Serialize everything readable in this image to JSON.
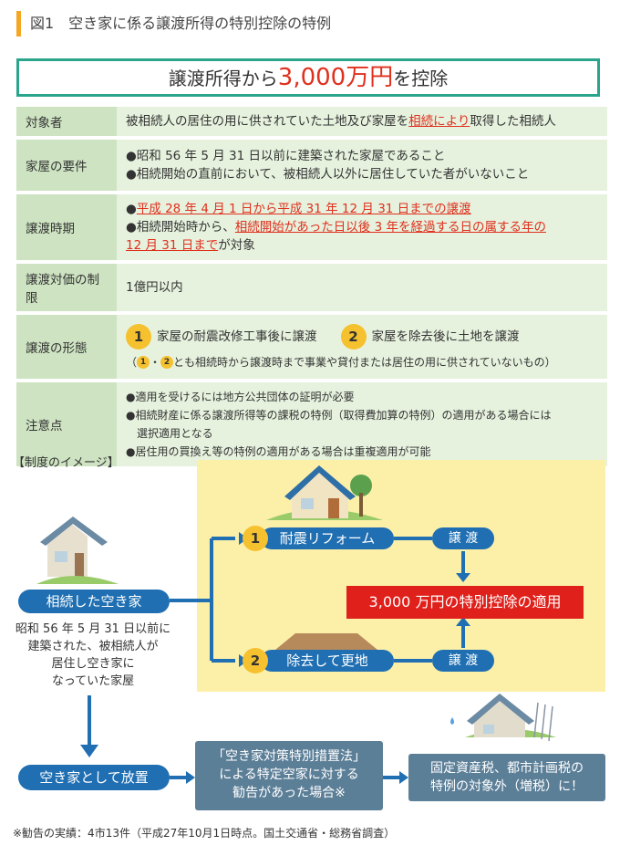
{
  "figure_title": "図1　空き家に係る譲渡所得の特別控除の特例",
  "headline": {
    "pre": "譲渡所得から",
    "amount": "3,000万円",
    "post": "を控除"
  },
  "rows": {
    "target": {
      "label": "対象者",
      "pre": "被相続人の居住の用に供されていた土地及び家屋を",
      "red": "相続により",
      "post": "取得した相続人"
    },
    "house": {
      "label": "家屋の要件",
      "b1": "●昭和 56 年 5 月 31 日以前に建築された家屋であること",
      "b2": "●相続開始の直前において、被相続人以外に居住していた者がいないこと"
    },
    "timing": {
      "label": "譲渡時期",
      "b1_bullet": "●",
      "b1": "平成 28 年 4 月 1 日から平成 31 年 12 月 31 日までの譲渡",
      "b2_pre": "●相続開始時から、",
      "b2_red": "相続開始があった日以後 3 年を経過する日の属する年の",
      "b2_red2": "12 月 31 日まで",
      "b2_post": "が対象"
    },
    "price": {
      "label": "譲渡対価の制限",
      "value": "1億円以内"
    },
    "form": {
      "label": "譲渡の形態",
      "n1": "1",
      "opt1": "家屋の耐震改修工事後に譲渡",
      "n2": "2",
      "opt2": "家屋を除去後に土地を譲渡",
      "note_pre": "（",
      "note_mid": "・",
      "note_post": "とも相続時から譲渡時まで事業や貸付または居住の用に供されていないもの）"
    },
    "notes": {
      "label": "注意点",
      "b1": "●適用を受けるには地方公共団体の証明が必要",
      "b2": "●相続財産に係る譲渡所得等の課税の特例（取得費加算の特例）の適用がある場合には",
      "b2b": "　選択適用となる",
      "b3": "●居住用の買換え等の特例の適用がある場合は重複適用が可能"
    }
  },
  "image_section": {
    "title": "【制度のイメージ】",
    "inherited": "相続した空き家",
    "inherited_desc": [
      "昭和 56 年 5 月 31 日以前に",
      "建築された、被相続人が",
      "居住し空き家に",
      "なっていた家屋"
    ],
    "opt1_num": "1",
    "opt1": "耐震リフォーム",
    "opt2_num": "2",
    "opt2": "除去して更地",
    "transfer": "譲 渡",
    "result": "3,000 万円の特別控除の適用",
    "neglect": "空き家として放置",
    "law_box": [
      "「空き家対策特別措置法」",
      "による特定空家に対する",
      "勧告があった場合※"
    ],
    "tax_box": [
      "固定資産税、都市計画税の",
      "特例の対象外（増税）に！"
    ]
  },
  "footer": "※勧告の実績：4市13件（平成27年10月1日時点。国土交通省・総務省調査）",
  "colors": {
    "accent_orange": "#f5a623",
    "teal": "#2aa58b",
    "red": "#e0301e",
    "blue": "#1f6fb2",
    "green_label": "#cde3c1",
    "green_value": "#e6f2de",
    "yellow": "#fcf0a9"
  }
}
